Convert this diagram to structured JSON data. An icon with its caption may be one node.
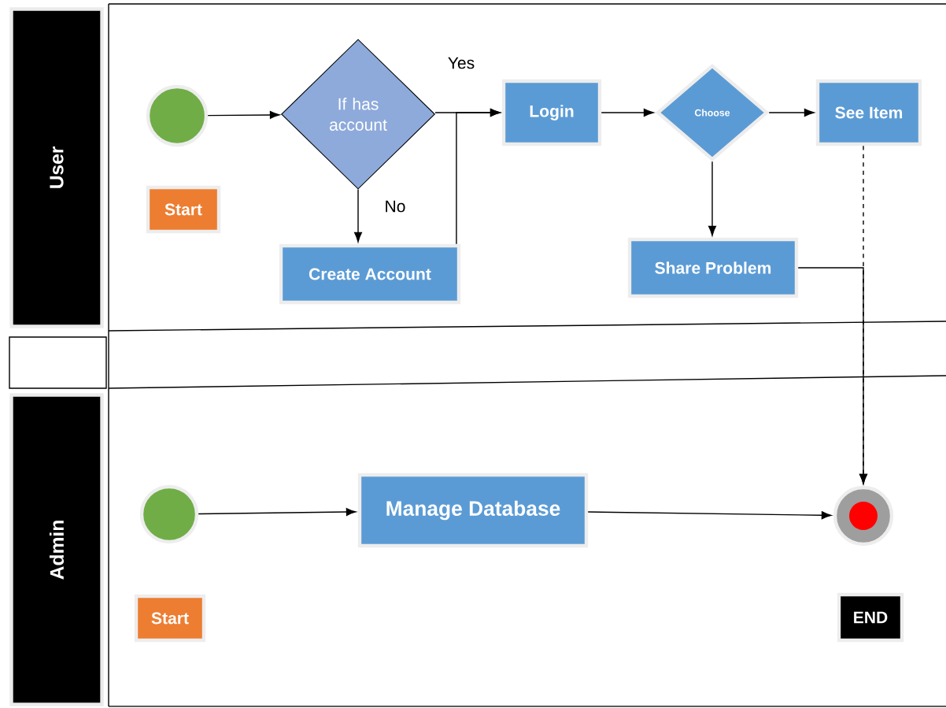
{
  "diagram": {
    "nodes": [
      {
        "text": [
          "User"
        ]
      },
      {
        "text": [
          "Admin"
        ]
      },
      {
        "text": [],
        "shape": "circle"
      },
      {
        "text": [
          "Start"
        ]
      },
      {
        "text": [
          "If has account"
        ]
      },
      {
        "text": [
          "Login"
        ]
      },
      {
        "text": [
          "Create Account"
        ]
      },
      {
        "text": [
          "Choose"
        ]
      },
      {
        "text": [
          "See Item"
        ]
      },
      {
        "text": [
          "Share Problem"
        ]
      },
      {
        "text": [],
        "shape": "circle"
      },
      {
        "text": [
          "Start"
        ]
      },
      {
        "text": [
          "Manage Database"
        ]
      },
      {
        "text": [],
        "shape": "circle"
      },
      {
        "text": [
          "END"
        ]
      }
    ],
    "edges": [
      {
        "from": 2,
        "to": 4,
        "arrow": "to"
      },
      {
        "from": 4,
        "to": 5,
        "arrow": "to",
        "label": "Yes"
      },
      {
        "from": 4,
        "to": 6,
        "arrow": "to",
        "label": "No"
      },
      {
        "from": 6,
        "to": 5,
        "arrow": "to"
      },
      {
        "from": 5,
        "to": 7,
        "arrow": "to"
      },
      {
        "from": 7,
        "to": 8,
        "arrow": "to"
      },
      {
        "from": 7,
        "to": 9,
        "arrow": "to"
      },
      {
        "from": 8,
        "to": 13,
        "arrow": "to",
        "style": "dashed"
      },
      {
        "from": 9,
        "to": 13,
        "arrow": "to"
      },
      {
        "from": 10,
        "to": 12,
        "arrow": "to"
      },
      {
        "from": 12,
        "to": 13,
        "arrow": "to"
      }
    ]
  }
}
